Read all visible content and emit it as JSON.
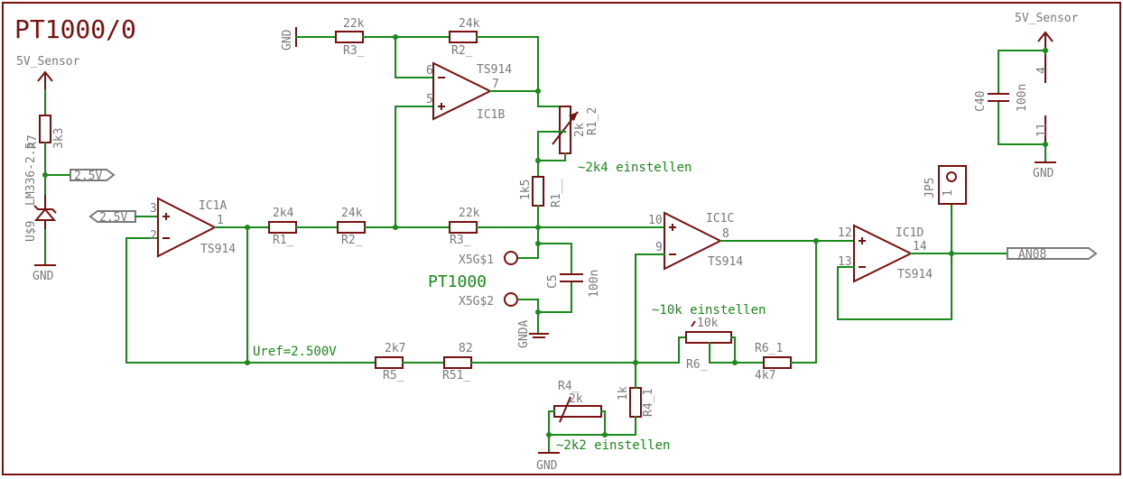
{
  "title": "PT1000/0",
  "colors": {
    "wire": "#1a8a1a",
    "component": "#7a1010",
    "label": "#7a7a7a",
    "note": "#1a8a1a"
  },
  "supply": {
    "left": "5V_Sensor",
    "right": "5V_Sensor"
  },
  "gnd": {
    "r3": "GND",
    "ref": "GND",
    "sensor": "GNDA",
    "pot": "GND",
    "opamp": "GND"
  },
  "reference": {
    "resistor_name": "R7",
    "resistor_value": "3k3",
    "ic_name": "U$9",
    "ic_value": "LM336-2.5",
    "out_label": "2.5V",
    "in_label": "2.5V"
  },
  "ic1a": {
    "name": "IC1A",
    "type": "TS914",
    "pin_plus": "3",
    "pin_minus": "2",
    "pin_out": "1"
  },
  "ic1b": {
    "name": "IC1B",
    "type": "TS914",
    "pin_minus": "6",
    "pin_plus": "5",
    "pin_out": "7"
  },
  "ic1c": {
    "name": "IC1C",
    "type": "TS914",
    "pin_plus": "10",
    "pin_minus": "9",
    "pin_out": "8"
  },
  "ic1d": {
    "name": "IC1D",
    "type": "TS914",
    "pin_plus": "12",
    "pin_minus": "13",
    "pin_out": "14"
  },
  "r1": {
    "name": "R1_",
    "value": "2k4"
  },
  "r2": {
    "name": "R2_",
    "value": "24k"
  },
  "r3": {
    "name": "R3_",
    "value": "22k"
  },
  "r2top": {
    "name": "R2_",
    "value": "24k"
  },
  "r3top": {
    "name": "R3_",
    "value": "22k"
  },
  "r1_2": {
    "name": "R1_2",
    "value": "2k"
  },
  "r1__": {
    "name": "R1__",
    "value": "1k5"
  },
  "r5": {
    "name": "R5_",
    "value": "2k7"
  },
  "r51": {
    "name": "R51_",
    "value": "82"
  },
  "r6": {
    "name": "R6_",
    "value": "10k"
  },
  "r6_1": {
    "name": "R6_1",
    "value": "4k7"
  },
  "r4": {
    "name": "R4_",
    "value": "2k"
  },
  "r4_1": {
    "name": "R4_1",
    "value": "1k"
  },
  "c5": {
    "name": "C5",
    "value": "100n"
  },
  "c40": {
    "name": "C40",
    "value": "100n"
  },
  "x5g1": "X5G$1",
  "x5g2": "X5G$2",
  "pt1000": "PT1000",
  "uref": "Uref=2.500V",
  "notes": {
    "adj_2k4": "~2k4 einstellen",
    "adj_10k": "~10k einstellen",
    "adj_2k2": "~2k2 einstellen"
  },
  "jp5": {
    "name": "JP5",
    "pin": "1"
  },
  "output_label": "AN08",
  "power_pins": {
    "vcc": "4",
    "gnd": "11"
  }
}
